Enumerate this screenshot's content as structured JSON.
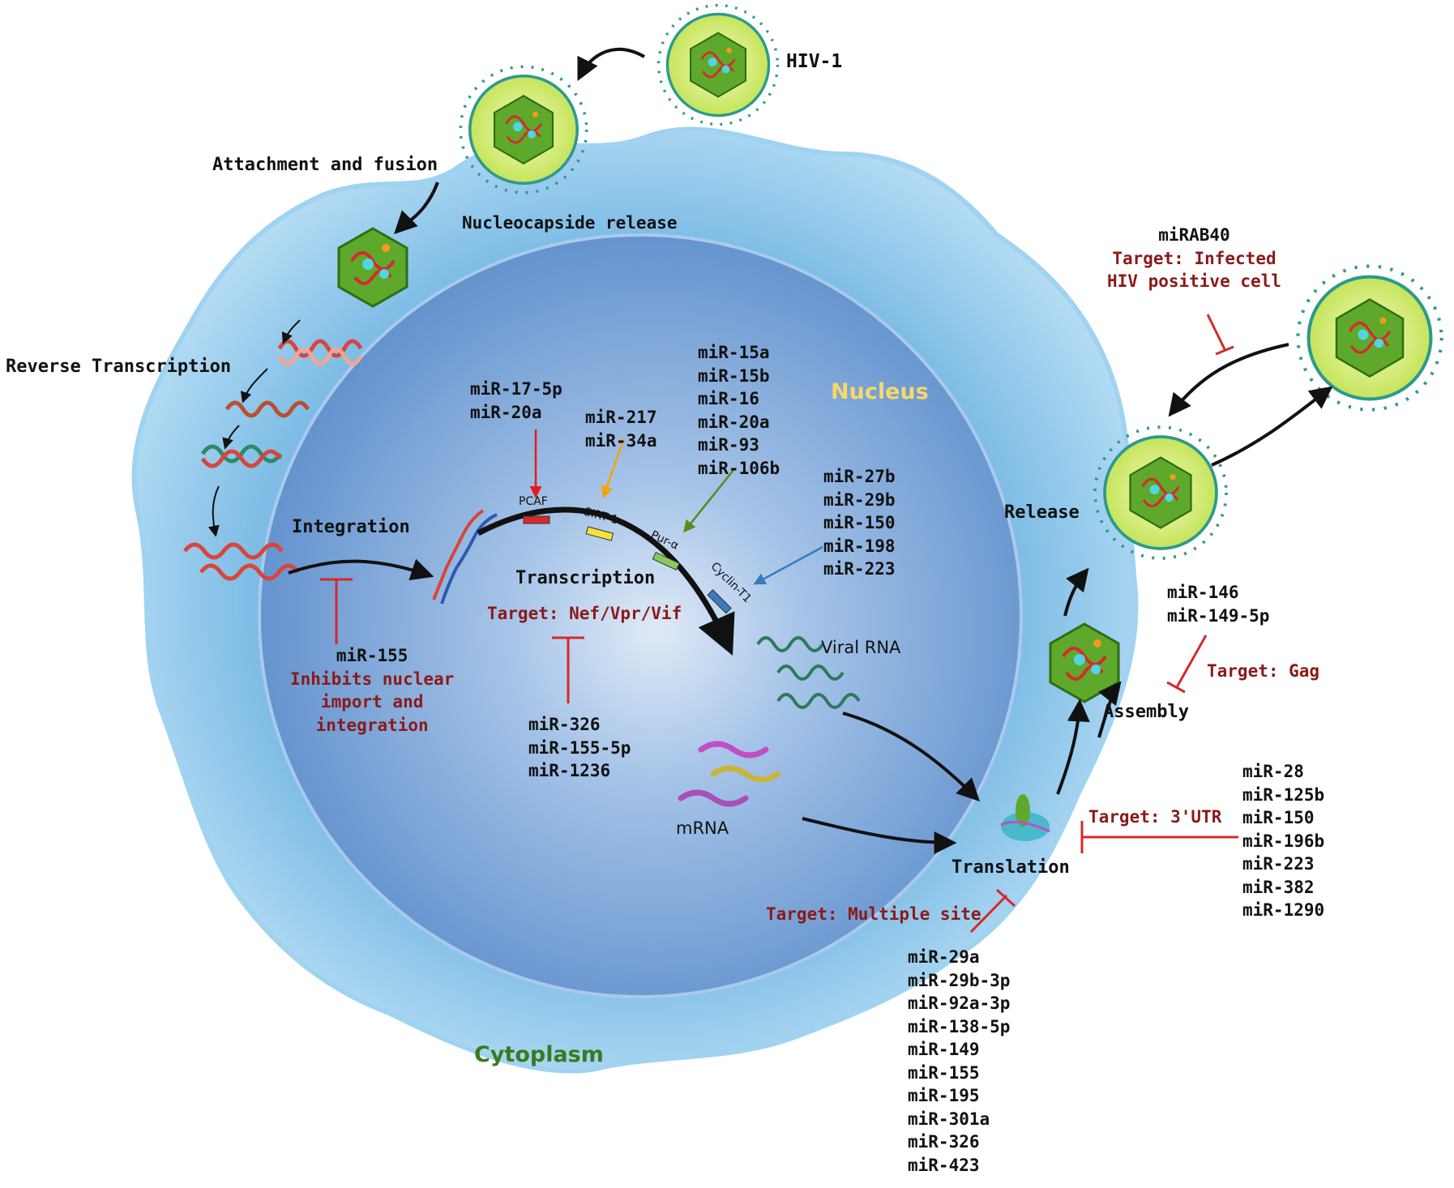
{
  "stages": {
    "virus": "HIV-1",
    "attachment": "Attachment and fusion",
    "nucleocapsid_release": "Nucleocapside release",
    "reverse_transcription": "Reverse Transcription",
    "integration": "Integration",
    "transcription": "Transcription",
    "viral_rna": "Viral RNA",
    "mrna": "mRNA",
    "translation": "Translation",
    "assembly": "Assembly",
    "release": "Release"
  },
  "compartments": {
    "nucleus": "Nucleus",
    "cytoplasm": "Cytoplasm"
  },
  "genes": {
    "pcaf": "PCAF",
    "sirt1": "SIRT-1",
    "pura": "Pur-α",
    "cyclin_t1": "Cyclin-T1"
  },
  "groups": {
    "pcaf_mirs": [
      "miR-17-5p",
      "miR-20a"
    ],
    "sirt_mirs": [
      "miR-217",
      "miR-34a"
    ],
    "pura_mirs": [
      "miR-15a",
      "miR-15b",
      "miR-16",
      "miR-20a",
      "miR-93",
      "miR-106b"
    ],
    "cyclin_mirs": [
      "miR-27b",
      "miR-29b",
      "miR-150",
      "miR-198",
      "miR-223"
    ],
    "integration_inhibitor": {
      "mir": "miR-155",
      "effect": [
        "Inhibits nuclear",
        "import and",
        "integration"
      ]
    },
    "transcription_target": {
      "target": "Target: Nef/Vpr/Vif",
      "mirs": [
        "miR-326",
        "miR-155-5p",
        "miR-1236"
      ]
    },
    "translation_multiple": {
      "target": "Target: Multiple site",
      "mirs": [
        "miR-29a",
        "miR-29b-3p",
        "miR-92a-3p",
        "miR-138-5p",
        "miR-149",
        "miR-155",
        "miR-195",
        "miR-301a",
        "miR-326",
        "miR-423"
      ]
    },
    "translation_utr": {
      "target": "Target: 3'UTR",
      "mirs": [
        "miR-28",
        "miR-125b",
        "miR-150",
        "miR-196b",
        "miR-223",
        "miR-382",
        "miR-1290"
      ]
    },
    "assembly_target": {
      "mirs": [
        "miR-146",
        "miR-149-5p"
      ],
      "target": "Target: Gag"
    },
    "release_target": {
      "mir": "miRAB40",
      "target": [
        "Target: Infected",
        "HIV positive cell"
      ]
    }
  },
  "colors": {
    "cytoplasm": "#7fbde6",
    "nucleus": "#6f9fd4",
    "inhibit": "#d42a2a",
    "target_text": "#8b1a1a",
    "arrow_red": "#e8191c",
    "arrow_yellow": "#f2a400",
    "arrow_green": "#5b8a1e",
    "arrow_blue": "#3a7ac0",
    "capsid": "#5ea82c",
    "envelope": "#d7ef6a",
    "spikes": "#2c9a8e",
    "cytoplasm_label": "#3a7a1e",
    "nucleus_label": "#f6d86a"
  }
}
